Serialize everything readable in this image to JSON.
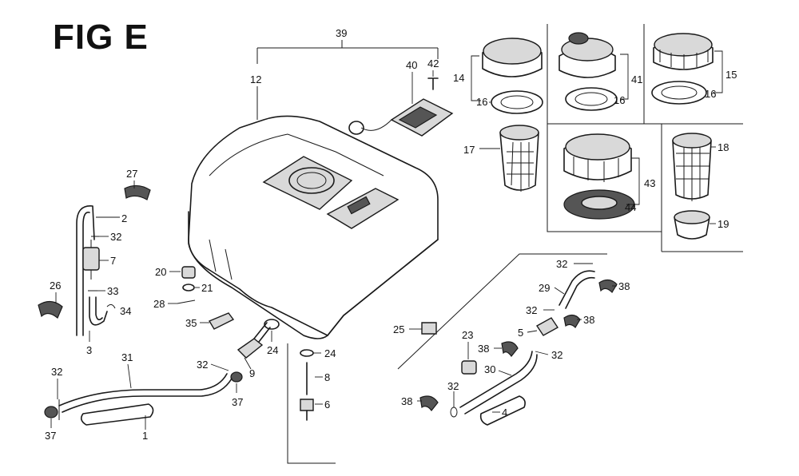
{
  "figure": {
    "title": "FIG E"
  },
  "callouts": [
    {
      "id": "c39",
      "text": "39"
    },
    {
      "id": "c40",
      "text": "40"
    },
    {
      "id": "c42",
      "text": "42"
    },
    {
      "id": "c12",
      "text": "12"
    },
    {
      "id": "c14",
      "text": "14"
    },
    {
      "id": "c16a",
      "text": "16"
    },
    {
      "id": "c41",
      "text": "41"
    },
    {
      "id": "c16b",
      "text": "16"
    },
    {
      "id": "c15",
      "text": "15"
    },
    {
      "id": "c16c",
      "text": "16"
    },
    {
      "id": "c17",
      "text": "17"
    },
    {
      "id": "c43",
      "text": "43"
    },
    {
      "id": "c44",
      "text": "44"
    },
    {
      "id": "c18",
      "text": "18"
    },
    {
      "id": "c19",
      "text": "19"
    },
    {
      "id": "c27",
      "text": "27"
    },
    {
      "id": "c2",
      "text": "2"
    },
    {
      "id": "c32a",
      "text": "32"
    },
    {
      "id": "c7",
      "text": "7"
    },
    {
      "id": "c26",
      "text": "26"
    },
    {
      "id": "c33",
      "text": "33"
    },
    {
      "id": "c34",
      "text": "34"
    },
    {
      "id": "c3",
      "text": "3"
    },
    {
      "id": "c20",
      "text": "20"
    },
    {
      "id": "c21",
      "text": "21"
    },
    {
      "id": "c28",
      "text": "28"
    },
    {
      "id": "c35",
      "text": "35"
    },
    {
      "id": "c24a",
      "text": "24"
    },
    {
      "id": "c24b",
      "text": "24"
    },
    {
      "id": "c9",
      "text": "9"
    },
    {
      "id": "c8",
      "text": "8"
    },
    {
      "id": "c6",
      "text": "6"
    },
    {
      "id": "c32b",
      "text": "32"
    },
    {
      "id": "c37a",
      "text": "37"
    },
    {
      "id": "c31",
      "text": "31"
    },
    {
      "id": "c32c",
      "text": "32"
    },
    {
      "id": "c37b",
      "text": "37"
    },
    {
      "id": "c1",
      "text": "1"
    },
    {
      "id": "c32d",
      "text": "32"
    },
    {
      "id": "c29",
      "text": "29"
    },
    {
      "id": "c38a",
      "text": "38"
    },
    {
      "id": "c32e",
      "text": "32"
    },
    {
      "id": "c38b",
      "text": "38"
    },
    {
      "id": "c25",
      "text": "25"
    },
    {
      "id": "c5",
      "text": "5"
    },
    {
      "id": "c23",
      "text": "23"
    },
    {
      "id": "c38c",
      "text": "38"
    },
    {
      "id": "c32f",
      "text": "32"
    },
    {
      "id": "c30",
      "text": "30"
    },
    {
      "id": "c32g",
      "text": "32"
    },
    {
      "id": "c38d",
      "text": "38"
    },
    {
      "id": "c4",
      "text": "4"
    }
  ]
}
